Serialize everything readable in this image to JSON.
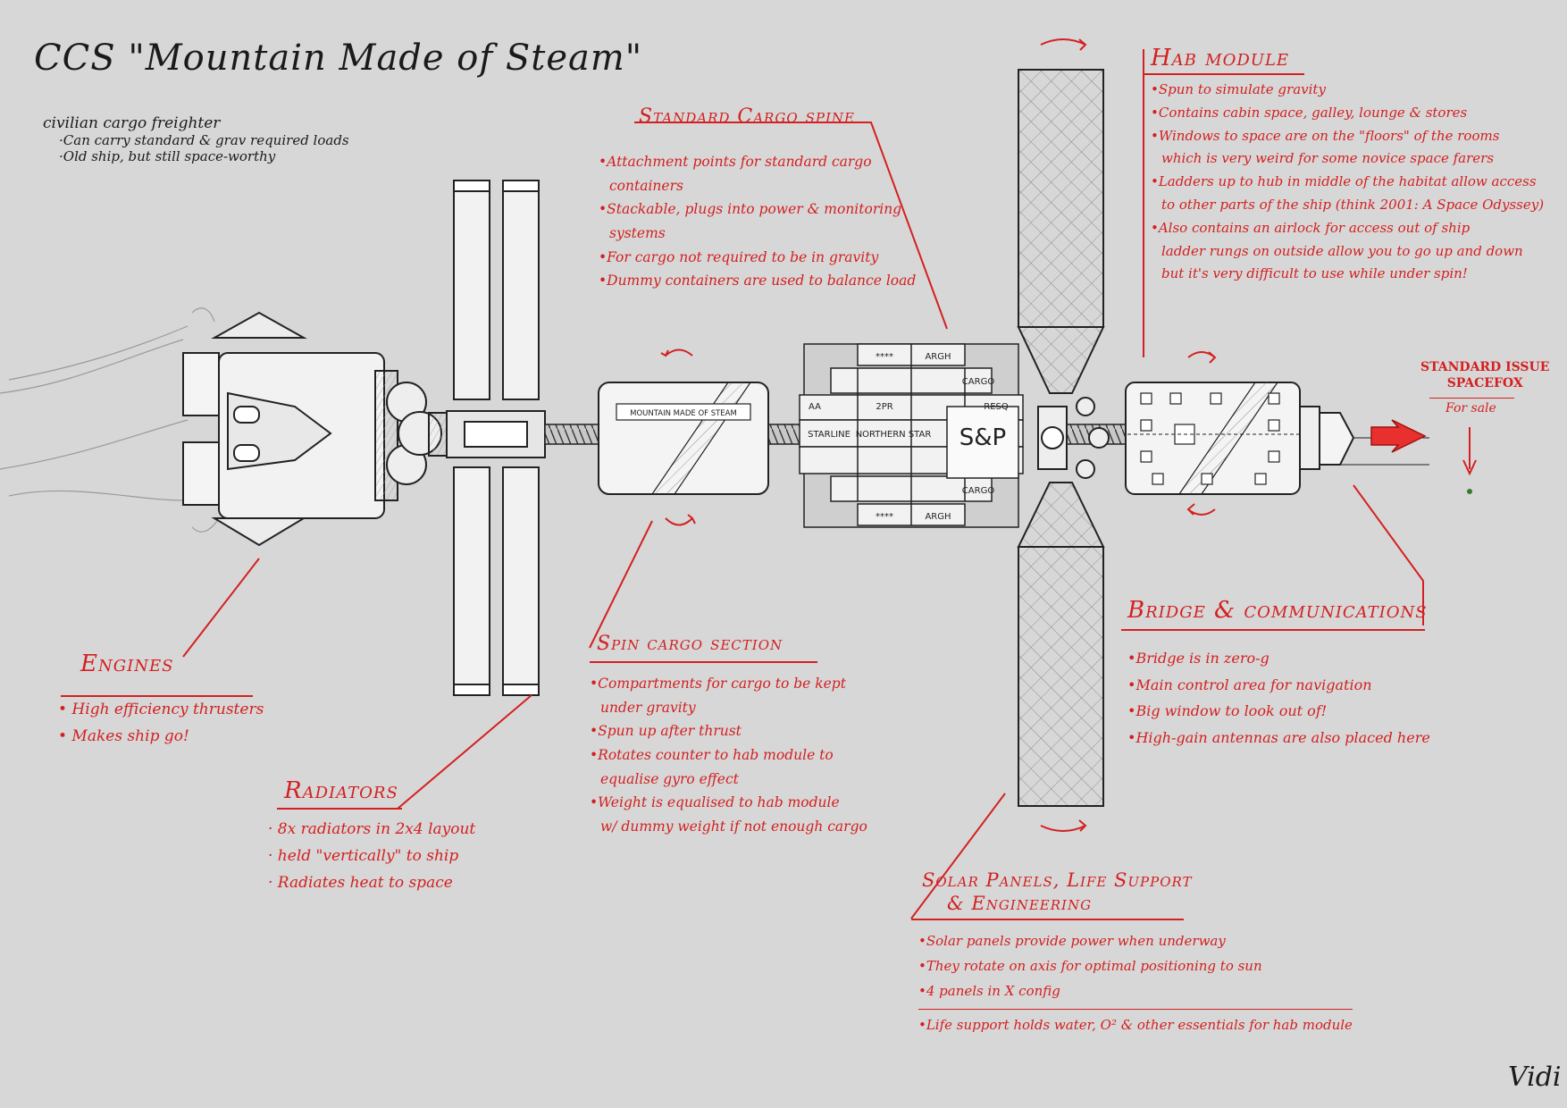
{
  "title": "CCS \"Mountain Made of Steam\"",
  "intro": [
    "civilian cargo freighter",
    "·Can carry standard & grav required loads",
    "·Old ship, but still space-worthy"
  ],
  "sections": {
    "engines": {
      "heading": "Engines",
      "bullets": [
        "• High efficiency thrusters",
        "• Makes ship go!"
      ]
    },
    "radiators": {
      "heading": "Radiators",
      "bullets": [
        "· 8x radiators in 2x4 layout",
        "· held \"vertically\" to ship",
        "· Radiates heat to space"
      ]
    },
    "cargo_spine": {
      "heading": "Standard Cargo spine",
      "bullets": [
        "•Attachment points for standard cargo",
        "containers",
        "•Stackable, plugs into power & monitoring",
        "systems",
        "•For cargo not required to be in gravity",
        "•Dummy containers are used to balance load"
      ]
    },
    "spin_cargo": {
      "heading": "Spin cargo section",
      "bullets": [
        "•Compartments for cargo to be kept",
        "under gravity",
        "•Spun up after thrust",
        "•Rotates counter to hab module to",
        "equalise gyro effect",
        "•Weight is equalised to hab module",
        "w/ dummy weight if not enough cargo"
      ]
    },
    "hab_module": {
      "heading": "Hab module",
      "bullets": [
        "•Spun to simulate gravity",
        "•Contains cabin space, galley, lounge & stores",
        "•Windows to space are on the \"floors\" of the rooms",
        "which is very weird for some novice space farers",
        "•Ladders up to hub in middle of the habitat allow access",
        "to other parts of the ship (think 2001: A Space Odyssey)",
        "•Also contains an airlock for access out of ship",
        "ladder rungs on outside allow you to go up and down",
        "but it's very difficult to use while under spin!"
      ]
    },
    "bridge": {
      "heading": "Bridge & communications",
      "bullets": [
        "•Bridge is in zero-g",
        "•Main control area for navigation",
        "•Big window to look out of!",
        "•High-gain antennas are also placed here"
      ]
    },
    "solar": {
      "heading": "Solar Panels, Life Support",
      "heading2": "& Engineering",
      "bullets": [
        "•Solar panels provide power when underway",
        "•They rotate on axis for optimal positioning to sun",
        "•4 panels in X config",
        "•Life support holds water, O² & other essentials for hab module"
      ]
    }
  },
  "spacefox": {
    "line1": "STANDARD ISSUE",
    "line2": "SPACEFOX",
    "note": "For sale"
  },
  "ship_labels": {
    "cargo_box": "MOUNTAIN MADE OF STEAM",
    "containers": [
      "****",
      "ARGH",
      "CARGO",
      "2PR",
      "RESQ",
      "AA",
      "STARLINE",
      "NORTHERN STAR",
      "S&P",
      "CARGO",
      "****",
      "ARGH"
    ]
  },
  "signature": "Vidi",
  "colors": {
    "background": "#d7d7d7",
    "ink": "#1a1a1a",
    "annotation": "#d42020",
    "panel": "#f2f2f2"
  }
}
